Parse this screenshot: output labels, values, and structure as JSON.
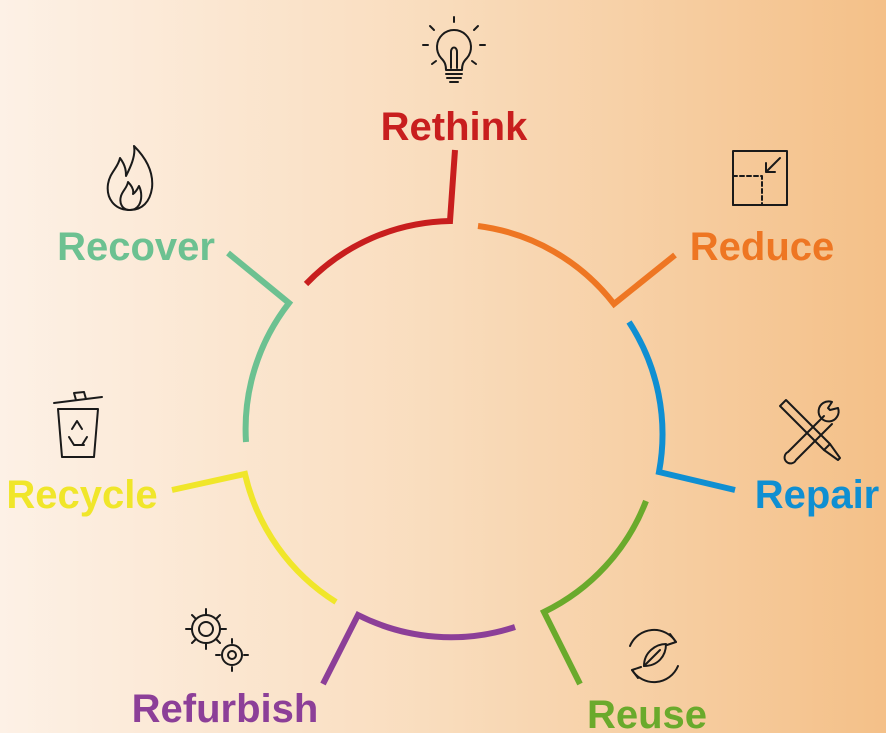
{
  "stages": [
    {
      "label": "Rethink",
      "color": "#c81e1e",
      "icon": "lightbulb-icon"
    },
    {
      "label": "Reduce",
      "color": "#ee7623",
      "icon": "shrink-box-icon"
    },
    {
      "label": "Repair",
      "color": "#0f8fd2",
      "icon": "tools-icon"
    },
    {
      "label": "Reuse",
      "color": "#6aaa2c",
      "icon": "cycle-leaf-icon"
    },
    {
      "label": "Refurbish",
      "color": "#8c3f98",
      "icon": "gears-icon"
    },
    {
      "label": "Recycle",
      "color": "#f0e62a",
      "icon": "recycle-bin-icon"
    },
    {
      "label": "Recover",
      "color": "#6cc191",
      "icon": "flame-icon"
    }
  ]
}
